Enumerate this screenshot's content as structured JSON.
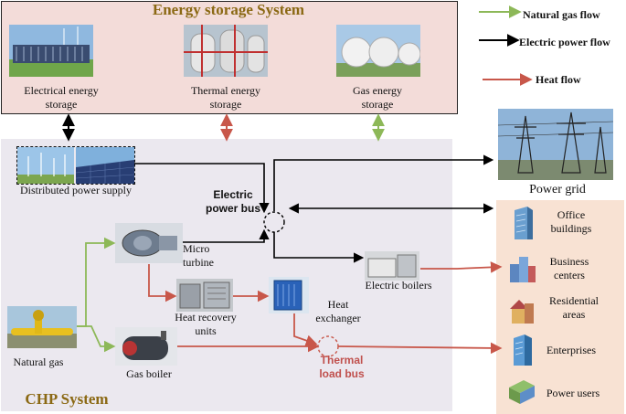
{
  "storage": {
    "title": "Energy storage System",
    "electrical": [
      "Electrical energy",
      "storage"
    ],
    "thermal": [
      "Thermal energy",
      "storage"
    ],
    "gas": [
      "Gas energy",
      "storage"
    ]
  },
  "legend": {
    "gas_flow": "Natural gas flow",
    "electric_flow": "Electric power flow",
    "heat_flow": "Heat flow"
  },
  "chp": {
    "title": "CHP System",
    "distributed": "Distributed power supply",
    "natural_gas": "Natural gas",
    "micro_turbine": [
      "Micro",
      "turbine"
    ],
    "gas_boiler": "Gas boiler",
    "heat_recovery": [
      "Heat recovery",
      "units"
    ],
    "heat_exchanger": [
      "Heat",
      "exchanger"
    ],
    "electric_bus": [
      "Electric",
      "power bus"
    ],
    "electric_boilers": "Electric boilers",
    "thermal_bus": [
      "Thermal",
      "load bus"
    ]
  },
  "grid": {
    "label": "Power grid"
  },
  "users": {
    "office": [
      "Office",
      "buildings"
    ],
    "business": [
      "Business",
      "centers"
    ],
    "residential": [
      "Residential",
      "areas"
    ],
    "enterprises": "Enterprises",
    "power_users": "Power users"
  },
  "colors": {
    "gas": "#8db858",
    "electric": "#000000",
    "heat": "#c8574a",
    "storage_bg": "#f3dcd9",
    "chp_bg": "#ebe8ef",
    "users_bg": "#f8e2d3",
    "title_gold": "#8b6914",
    "thermal_text": "#c0504d"
  }
}
